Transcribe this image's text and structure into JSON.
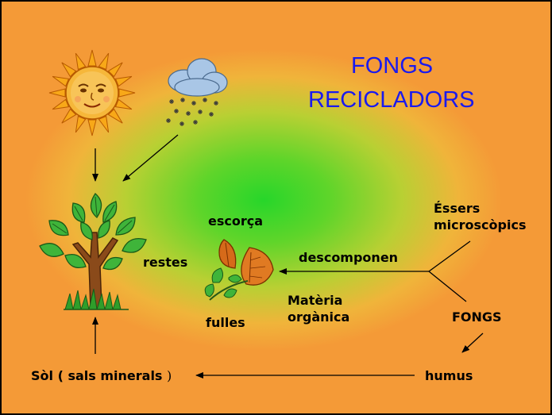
{
  "title": {
    "line1": "FONGS",
    "line2": "RECICLADORS"
  },
  "nodes": {
    "escorca": "escorça",
    "restes": "restes",
    "descomponen": "descomponen",
    "fulles": "fulles",
    "materia_line1": "Matèria",
    "materia_line2": "orgànica",
    "essers_line1": "Éssers",
    "essers_line2": "microscòpics",
    "fongs": "FONGS",
    "humus": "humus",
    "sol_main": "Sòl ( sals minerals ",
    "sol_close": ")"
  },
  "icons": {
    "sun": "sun-icon",
    "cloud": "snow-cloud-icon",
    "tree": "tree-icon",
    "leaves": "leaves-icon"
  },
  "colors": {
    "title": "#1a1aee",
    "center_glow": "#27d62a",
    "background": "#f49a37",
    "arrow": "#000000"
  }
}
